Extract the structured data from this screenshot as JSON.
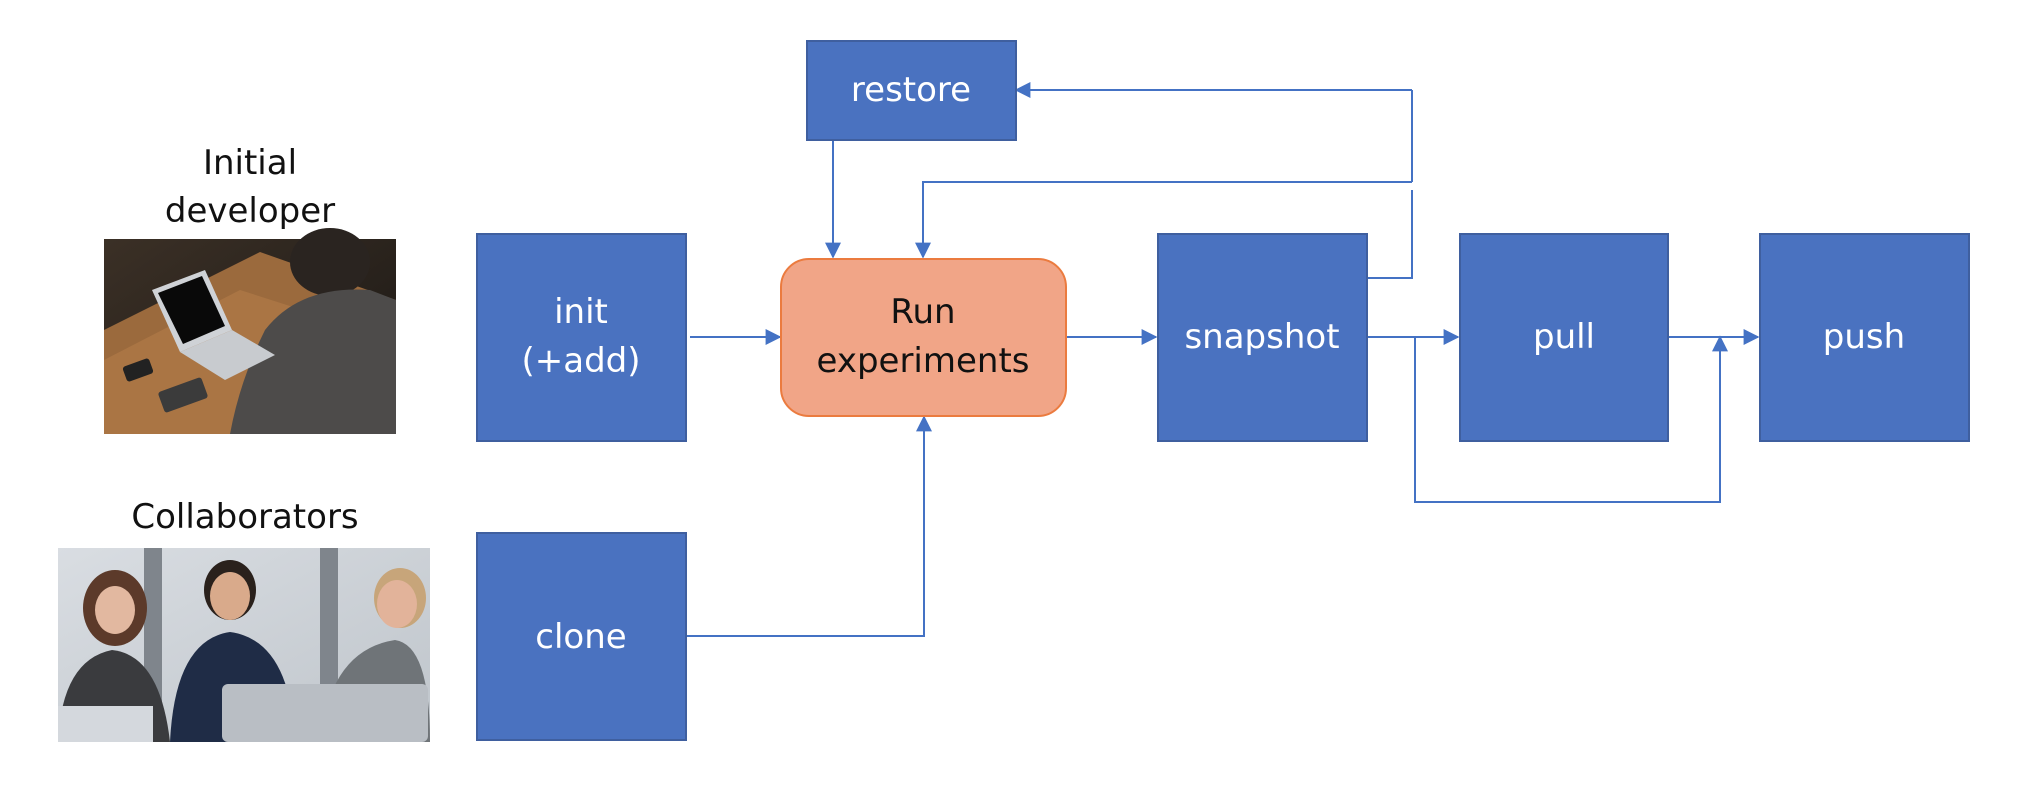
{
  "colors": {
    "box_fill": "#4a72c0",
    "box_border": "#3f5f9f",
    "center_fill": "#f1a587",
    "center_border": "#eb7b3f",
    "connector": "#4472c4"
  },
  "side": {
    "initial_label_line1": "Initial",
    "initial_label_line2": "developer",
    "initial_photo": "developer-photo",
    "collaborators_label": "Collaborators",
    "collaborators_photo": "collaborators-photo"
  },
  "nodes": {
    "restore": "restore",
    "init_line1": "init",
    "init_line2": "(+add)",
    "run_line1": "Run",
    "run_line2": "experiments",
    "clone": "clone",
    "snapshot": "snapshot",
    "pull": "pull",
    "push": "push"
  }
}
